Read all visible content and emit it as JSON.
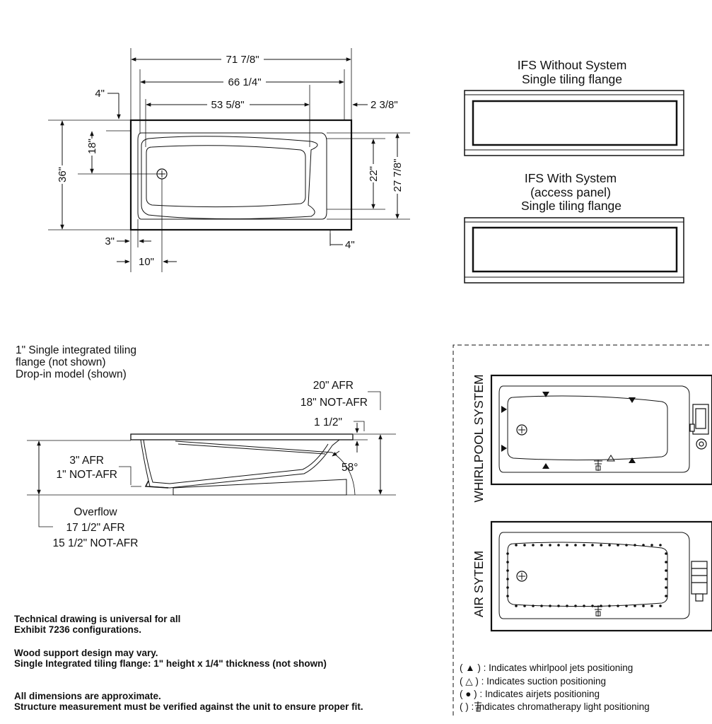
{
  "plan_view": {
    "dim_overall_length": "71 7/8\"",
    "dim_inner_length": "66 1/4\"",
    "dim_basin_length": "53 5/8\"",
    "dim_right_offset": "2 3/8\"",
    "dim_top_offset": "4\"",
    "dim_drain_from_top": "18\"",
    "dim_overall_width": "36\"",
    "dim_basin_width": "22\"",
    "dim_inner_width": "27 7/8\"",
    "dim_left_offset": "3\"",
    "dim_drain_from_left": "10\"",
    "dim_bottom_offset": "4\""
  },
  "ifs": {
    "without_title_1": "IFS Without System",
    "without_title_2": "Single tiling flange",
    "with_title_1": "IFS With System",
    "with_title_2": "(access panel)",
    "with_title_3": "Single tiling flange"
  },
  "section_view": {
    "flange_note_1": "1\" Single integrated tiling",
    "flange_note_2": "flange (not shown)",
    "flange_note_3": "Drop-in model (shown)",
    "height_afr": "20\" AFR",
    "height_not_afr": "18\" NOT-AFR",
    "rim_height": "1 1/2\"",
    "floor_afr": "3\" AFR",
    "floor_not_afr": "1\" NOT-AFR",
    "angle": "58°",
    "overflow_label": "Overflow",
    "overflow_afr": "17 1/2\" AFR",
    "overflow_not_afr": "15 1/2\" NOT-AFR"
  },
  "notes": {
    "note_1": "Technical drawing is universal for all\nExhibit 7236 configurations.",
    "note_2": "Wood support design may vary.\nSingle Integrated tiling flange: 1\" height x 1/4\" thickness (not shown)",
    "note_3": "All dimensions are approximate.\nStructure measurement must be verified against the unit to ensure proper fit."
  },
  "systems": {
    "whirlpool_label": "WHIRLPOOL SYSTEM",
    "air_label": "AIR SYTEM"
  },
  "legend": [
    {
      "icon": "filled-triangle-icon",
      "text": "( ▲ ) : Indicates whirlpool jets positioning"
    },
    {
      "icon": "open-triangle-icon",
      "text": "( △ ) : Indicates suction positioning"
    },
    {
      "icon": "filled-circle-icon",
      "text": "( ● ) : Indicates airjets positioning"
    },
    {
      "icon": "chromatherapy-light-icon",
      "text": "(  ) : Indicates chromatherapy light positioning"
    }
  ]
}
